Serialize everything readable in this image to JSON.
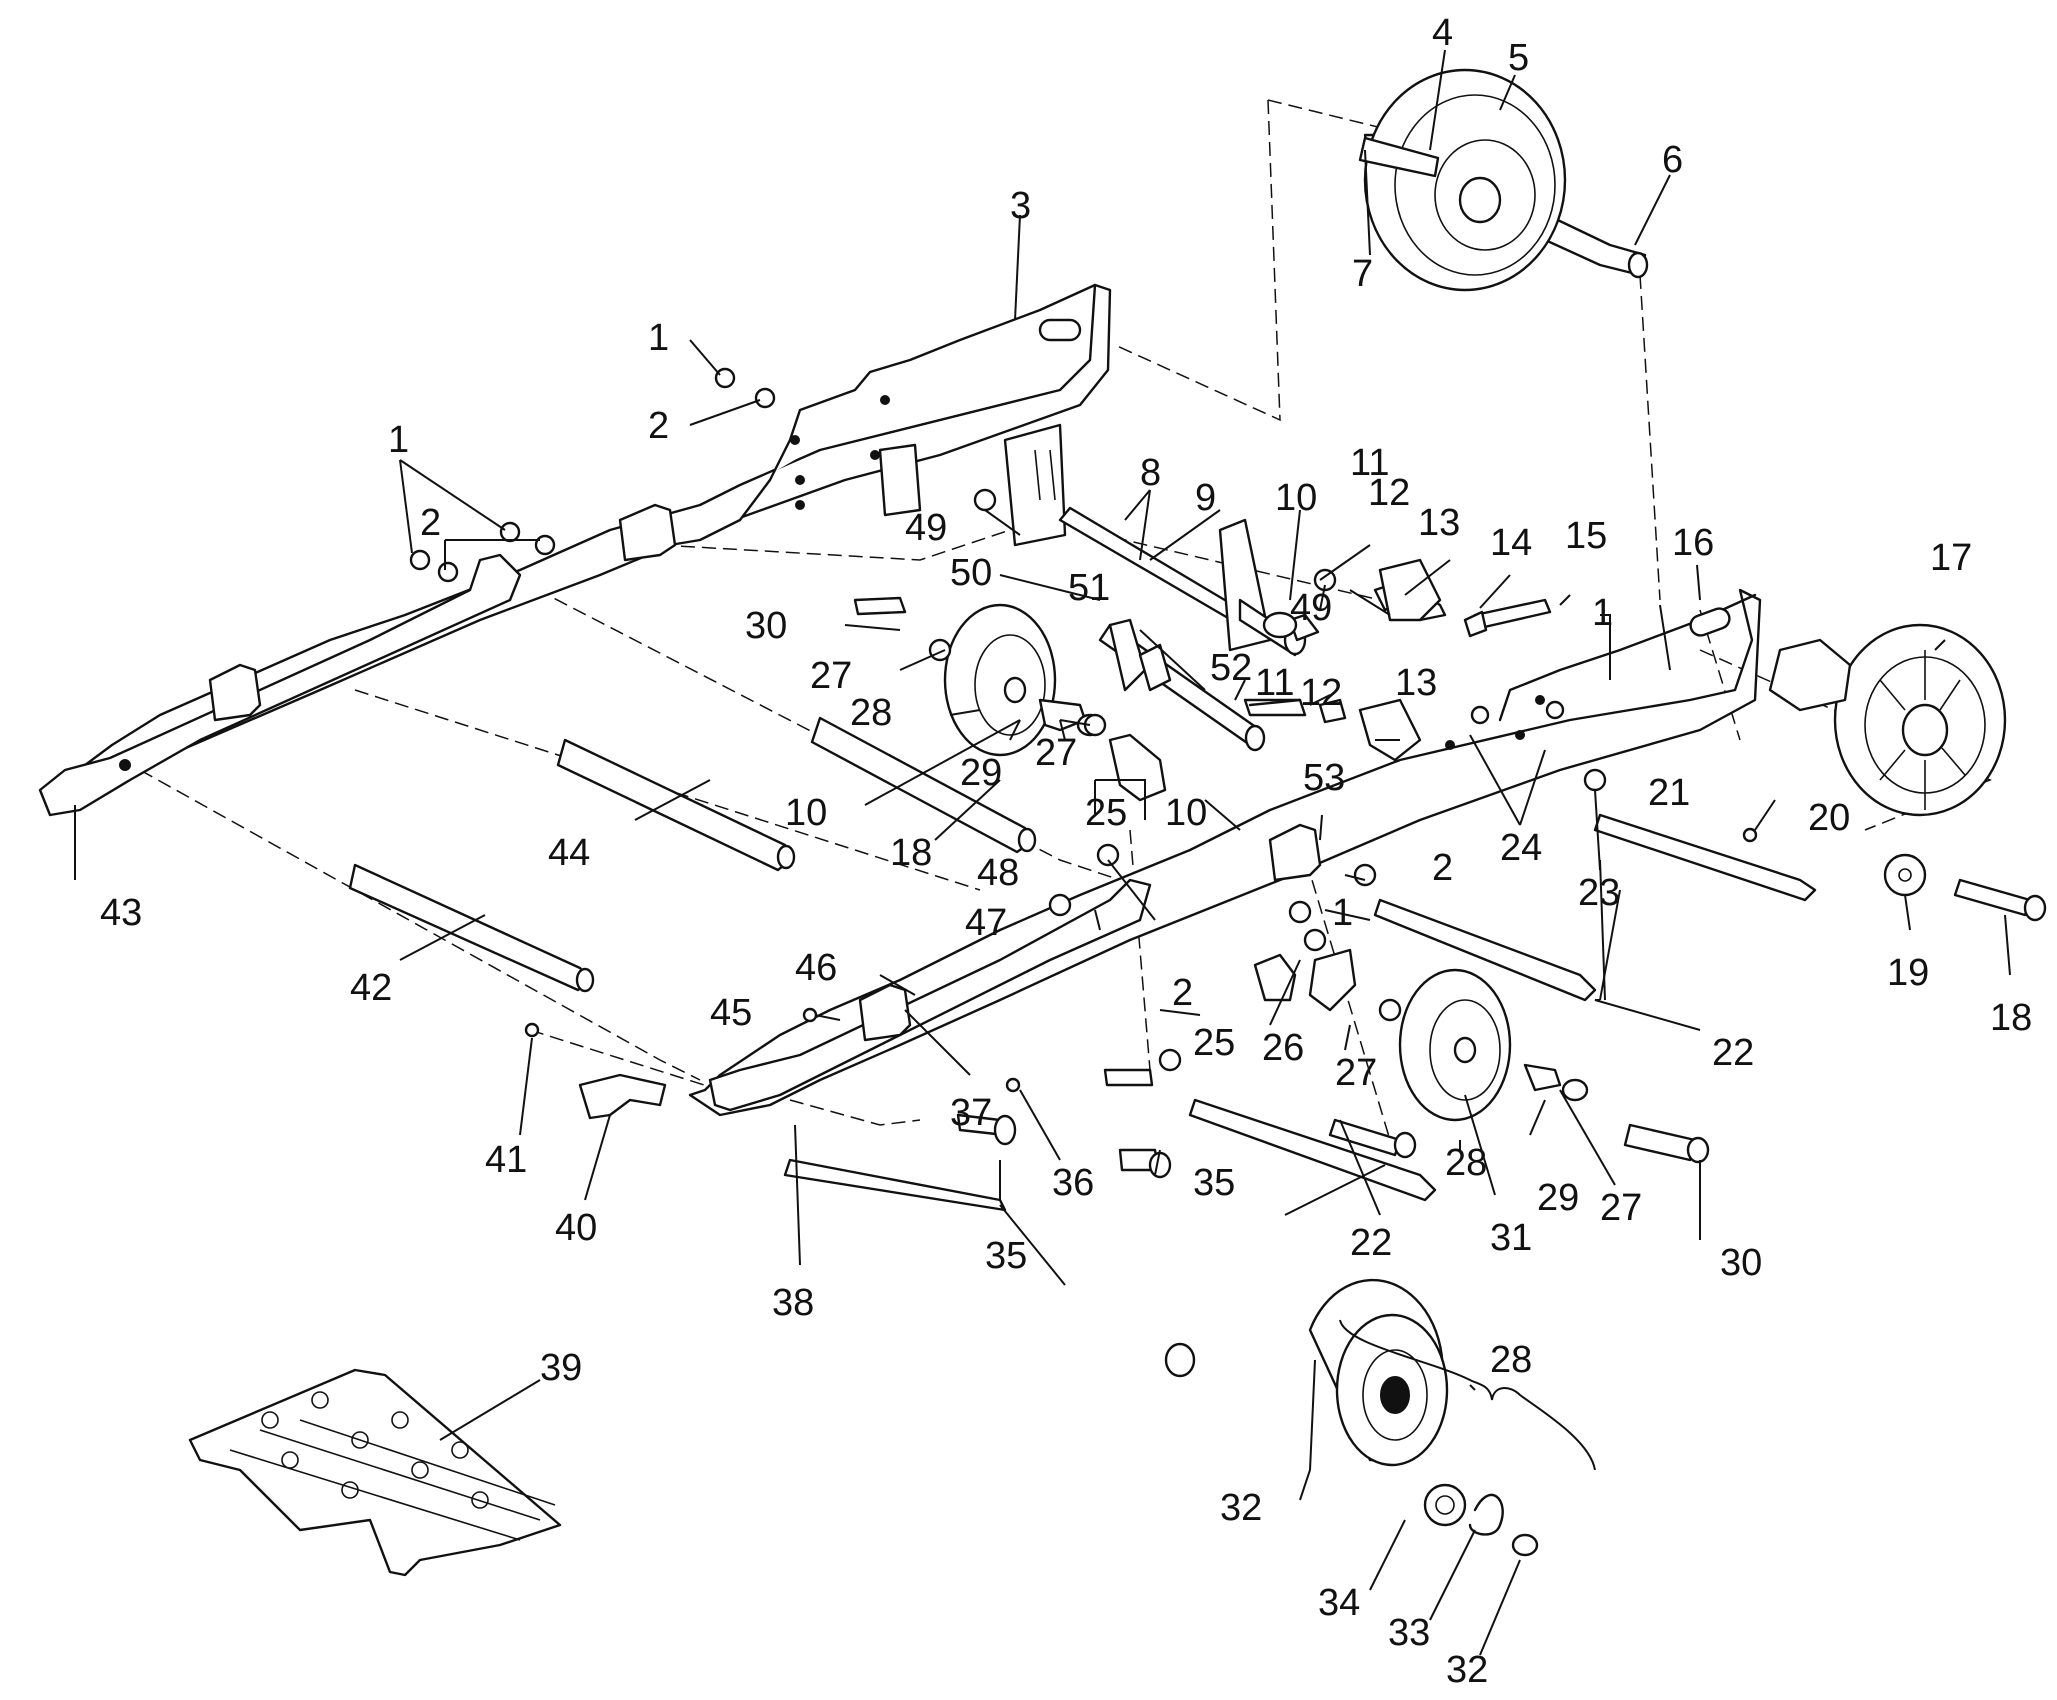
{
  "callouts": [
    {
      "text": "1"
    },
    {
      "text": "2"
    },
    {
      "text": "1"
    },
    {
      "text": "2"
    },
    {
      "text": "3"
    },
    {
      "text": "4"
    },
    {
      "text": "5"
    },
    {
      "text": "6"
    },
    {
      "text": "7"
    },
    {
      "text": "8"
    },
    {
      "text": "9"
    },
    {
      "text": "10"
    },
    {
      "text": "11"
    },
    {
      "text": "12"
    },
    {
      "text": "13"
    },
    {
      "text": "14"
    },
    {
      "text": "15"
    },
    {
      "text": "1"
    },
    {
      "text": "16"
    },
    {
      "text": "17"
    },
    {
      "text": "49"
    },
    {
      "text": "49"
    },
    {
      "text": "50"
    },
    {
      "text": "51"
    },
    {
      "text": "52"
    },
    {
      "text": "11"
    },
    {
      "text": "12"
    },
    {
      "text": "13"
    },
    {
      "text": "30"
    },
    {
      "text": "27"
    },
    {
      "text": "28"
    },
    {
      "text": "29"
    },
    {
      "text": "27"
    },
    {
      "text": "10"
    },
    {
      "text": "18"
    },
    {
      "text": "25"
    },
    {
      "text": "10"
    },
    {
      "text": "53"
    },
    {
      "text": "24"
    },
    {
      "text": "21"
    },
    {
      "text": "23"
    },
    {
      "text": "20"
    },
    {
      "text": "19"
    },
    {
      "text": "18"
    },
    {
      "text": "44"
    },
    {
      "text": "43"
    },
    {
      "text": "42"
    },
    {
      "text": "48"
    },
    {
      "text": "47"
    },
    {
      "text": "2"
    },
    {
      "text": "1"
    },
    {
      "text": "46"
    },
    {
      "text": "45"
    },
    {
      "text": "2"
    },
    {
      "text": "25"
    },
    {
      "text": "26"
    },
    {
      "text": "27"
    },
    {
      "text": "22"
    },
    {
      "text": "41"
    },
    {
      "text": "40"
    },
    {
      "text": "37"
    },
    {
      "text": "36"
    },
    {
      "text": "35"
    },
    {
      "text": "35"
    },
    {
      "text": "38"
    },
    {
      "text": "22"
    },
    {
      "text": "31"
    },
    {
      "text": "28"
    },
    {
      "text": "29"
    },
    {
      "text": "27"
    },
    {
      "text": "30"
    },
    {
      "text": "39"
    },
    {
      "text": "28"
    },
    {
      "text": "32"
    },
    {
      "text": "34"
    },
    {
      "text": "33"
    },
    {
      "text": "32"
    }
  ]
}
